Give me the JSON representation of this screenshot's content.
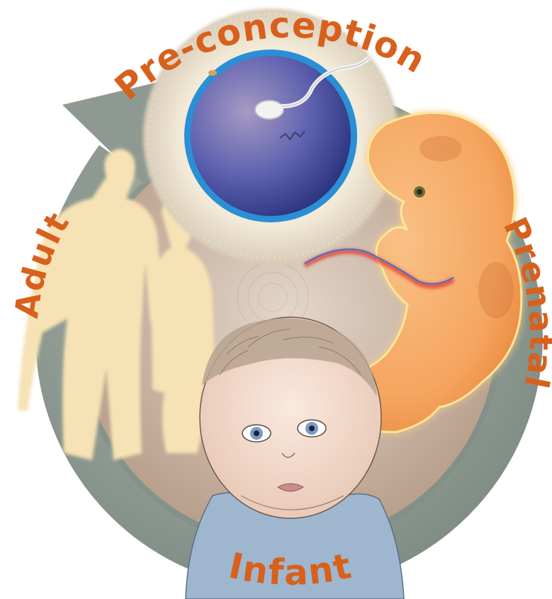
{
  "diagram": {
    "type": "life-course-cycle",
    "stages": [
      {
        "id": "preconception",
        "label": "Pre-conception",
        "illustration": "egg-and-sperm"
      },
      {
        "id": "prenatal",
        "label": "Prenatal",
        "illustration": "fetus"
      },
      {
        "id": "infant",
        "label": "Infant",
        "illustration": "baby-face"
      },
      {
        "id": "adult",
        "label": "Adult",
        "illustration": "couple-silhouettes"
      }
    ],
    "colors": {
      "label": "#d8601d",
      "ring": "#8e9a91",
      "inner_disc": "#c9b3a1",
      "egg": "#5a5fae",
      "egg_rim": "#2b8fd6",
      "fetus": "#f6a866",
      "adult_silhouette": "#f6e2b4",
      "infant_skin": "#f3ddd0",
      "infant_clothes": "#9fb6cf"
    }
  }
}
